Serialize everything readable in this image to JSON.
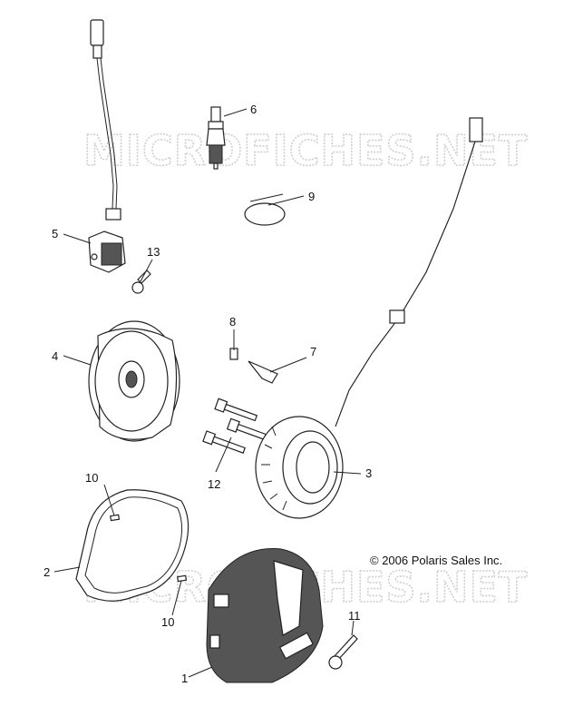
{
  "watermark": "MICROFICHES.NET",
  "copyright": "© 2006 Polaris Sales Inc.",
  "callouts": {
    "c1": "1",
    "c2": "2",
    "c3": "3",
    "c4": "4",
    "c5": "5",
    "c6": "6",
    "c7": "7",
    "c8": "8",
    "c9": "9",
    "c10a": "10",
    "c10b": "10",
    "c11": "11",
    "c12": "12",
    "c13": "13"
  }
}
